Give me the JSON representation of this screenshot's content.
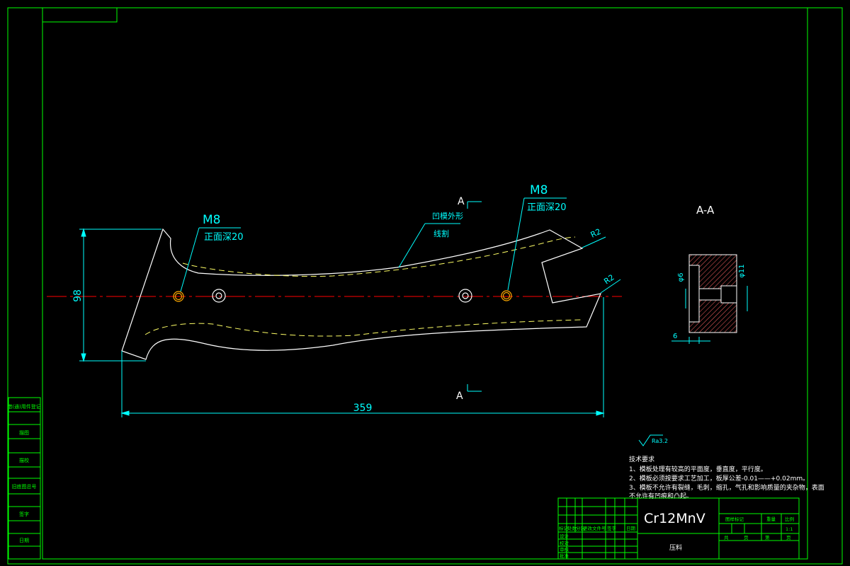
{
  "drawing": {
    "material": "Cr12MnV",
    "part_name": "压料",
    "scale": "1:1"
  },
  "callouts": {
    "thread_left": "M8",
    "thread_left_depth": "正面深20",
    "thread_right": "M8",
    "thread_right_depth": "正面深20",
    "profile_note_line1": "凹模外形",
    "profile_note_line2": "线割",
    "radius_1": "R2",
    "radius_2": "R2"
  },
  "dimensions": {
    "height": "98",
    "length": "359",
    "section_hole_small": "φ6",
    "section_hole_large": "φ11",
    "section_depth": "6"
  },
  "section": {
    "marker_top": "A",
    "marker_bottom": "A",
    "view_label": "A-A"
  },
  "surface_finish": "Ra3.2",
  "tech_requirements": {
    "title": "技术要求",
    "items": [
      "1、模板处理有较高的平面度，垂直度，平行度。",
      "2、模板必须按要求工艺加工，板厚公差-0.01——+0.02mm。",
      "3、模板不允许有裂缝，毛刺，缩孔，气孔和影响质量的夹杂物，表面",
      "不允许有凹痕和凸起。"
    ]
  },
  "title_block": {
    "revision_headers": [
      "标记",
      "处数",
      "分区",
      "更改文件号",
      "签字",
      "日期"
    ],
    "roles": [
      "设计",
      "校对",
      "审核",
      "批准"
    ],
    "stage_labels": [
      "图样标记",
      "重量",
      "比例"
    ],
    "sheet_labels": [
      "共",
      "页",
      "第",
      "页"
    ]
  },
  "side_strip": {
    "labels": [
      "借(通)用件登记",
      "描图",
      "描校",
      "旧底图总号",
      "签字",
      "日期"
    ]
  },
  "colors": {
    "border": "#00ff00",
    "outline": "#ffffff",
    "dimension": "#00ffff",
    "centerline": "#ff0000",
    "hidden": "#ffff66",
    "thread_circle": "#ffaa00"
  }
}
